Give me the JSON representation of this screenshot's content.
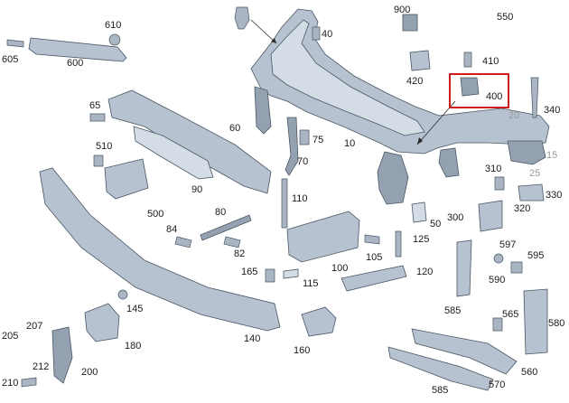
{
  "labels": {
    "l10": "10",
    "l15": "15",
    "l20": "20",
    "l25": "25",
    "l40": "40",
    "l50": "50",
    "l60": "60",
    "l65": "65",
    "l70": "70",
    "l75": "75",
    "l80": "80",
    "l82": "82",
    "l84": "84",
    "l90": "90",
    "l100": "100",
    "l105": "105",
    "l110": "110",
    "l115": "115",
    "l120": "120",
    "l125": "125",
    "l140": "140",
    "l145": "145",
    "l160": "160",
    "l165": "165",
    "l180": "180",
    "l200": "200",
    "l205": "205",
    "l207": "207",
    "l210": "210",
    "l212": "212",
    "l300": "300",
    "l310": "310",
    "l320": "320",
    "l330": "330",
    "l340": "340",
    "l400": "400",
    "l410": "410",
    "l420": "420",
    "l500": "500",
    "l510": "510",
    "l550": "550",
    "l560": "560",
    "l565": "565",
    "l570": "570",
    "l580": "580",
    "l585a": "585",
    "l585b": "585",
    "l590": "590",
    "l595": "595",
    "l597": "597",
    "l600": "600",
    "l605": "605",
    "l610": "610",
    "l900": "900"
  },
  "colors": {
    "highlight": "#d11a1a",
    "part_fill": "#b6c2cf",
    "muted_label": "#9a9a9a"
  }
}
